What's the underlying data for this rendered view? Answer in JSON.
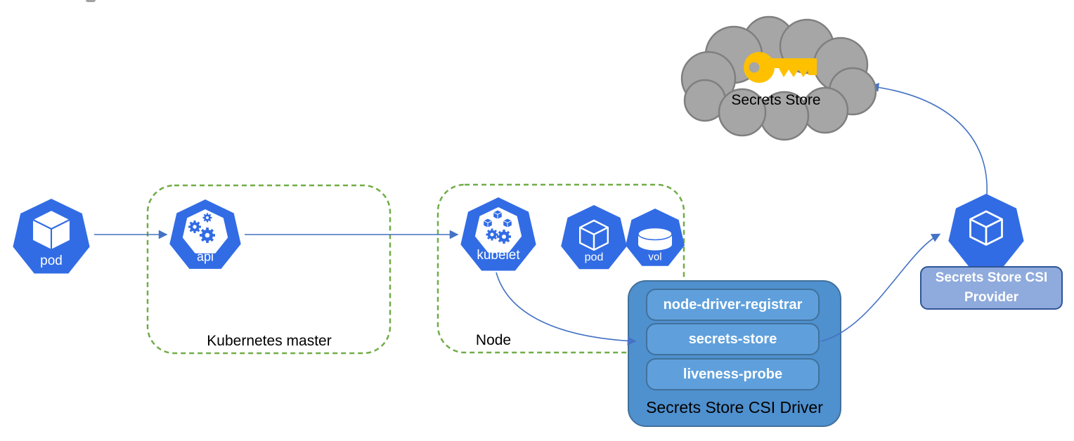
{
  "diagram": {
    "pod": {
      "label": "pod"
    },
    "master": {
      "label": "Kubernetes master",
      "api_label": "api"
    },
    "node": {
      "label": "Node",
      "kubelet_label": "kubelet",
      "pod_label": "pod",
      "vol_label": "vol"
    },
    "driver": {
      "label": "Secrets Store CSI Driver",
      "containers": [
        "node-driver-registrar",
        "secrets-store",
        "liveness-probe"
      ]
    },
    "provider": {
      "label_lines": [
        "Secrets Store CSI",
        "Provider"
      ]
    },
    "cloud": {
      "label": "Secrets Store"
    },
    "colors": {
      "kubernetes_blue": "#326CE5",
      "arrow_blue": "#4472C4",
      "region_green": "#70AD47",
      "driver_fill": "#4F90CE",
      "driver_inner_fill": "#5FA0DC",
      "driver_border": "#41719C",
      "provider_fill": "#8FAADC",
      "provider_border": "#2F5597",
      "cloud_fill": "#A6A6A6",
      "cloud_border": "#7F7F7F",
      "key_gold": "#FFC000"
    }
  }
}
